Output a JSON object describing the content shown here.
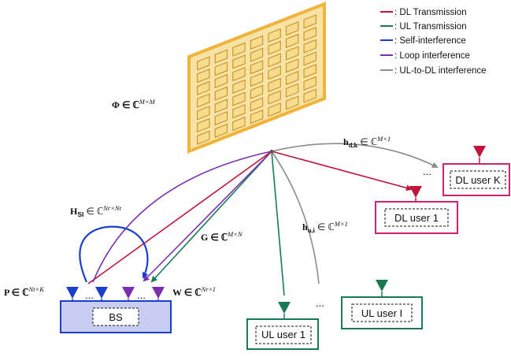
{
  "colors": {
    "dl": "#c0143c",
    "ul": "#1a7a55",
    "si": "#1a3fcc",
    "loop": "#7b2fb0",
    "ul_to_dl": "#8c8c8c",
    "ris_frame": "#f0b43c",
    "ris_fill": "#f6dc8c",
    "bs_fill": "#c9cdf3",
    "bs_border": "#1a3fcc"
  },
  "legend": [
    {
      "key": "dl",
      "label": ": DL Transmission"
    },
    {
      "key": "ul",
      "label": ": UL Transmission"
    },
    {
      "key": "si",
      "label": ": Self-interference"
    },
    {
      "key": "loop",
      "label": ": Loop interference"
    },
    {
      "key": "ul_to_dl",
      "label": ": UL-to-DL interference"
    }
  ],
  "ris": {
    "rows": 7,
    "cols": 7
  },
  "labels": {
    "phi": {
      "main": "Φ ∈ ℂ",
      "sup": "M×M"
    },
    "h_dk": {
      "main": "h",
      "sub": "d,k",
      "rest": " ∈ ℂ",
      "sup": "M×1"
    },
    "h_ui": {
      "main": "h",
      "sub": "u,i",
      "rest": " ∈ ℂ",
      "sup": "M×1"
    },
    "h_si": {
      "main": "H",
      "sub": "SI",
      "rest": " ∈ ℂ",
      "sup": "Nr×Nt"
    },
    "g": {
      "main": "G ∈ ℂ",
      "sup": "M×N"
    },
    "p": {
      "main": "P ∈ ℂ",
      "sup": "Nt×K"
    },
    "w": {
      "main": "W ∈ ℂ",
      "sup": "Nr×I"
    }
  },
  "nodes": {
    "bs": "BS",
    "dl_user_1": "DL user 1",
    "dl_user_k": "DL user K",
    "ul_user_1": "UL user 1",
    "ul_user_i": "UL user I"
  },
  "ellipsis": "..."
}
